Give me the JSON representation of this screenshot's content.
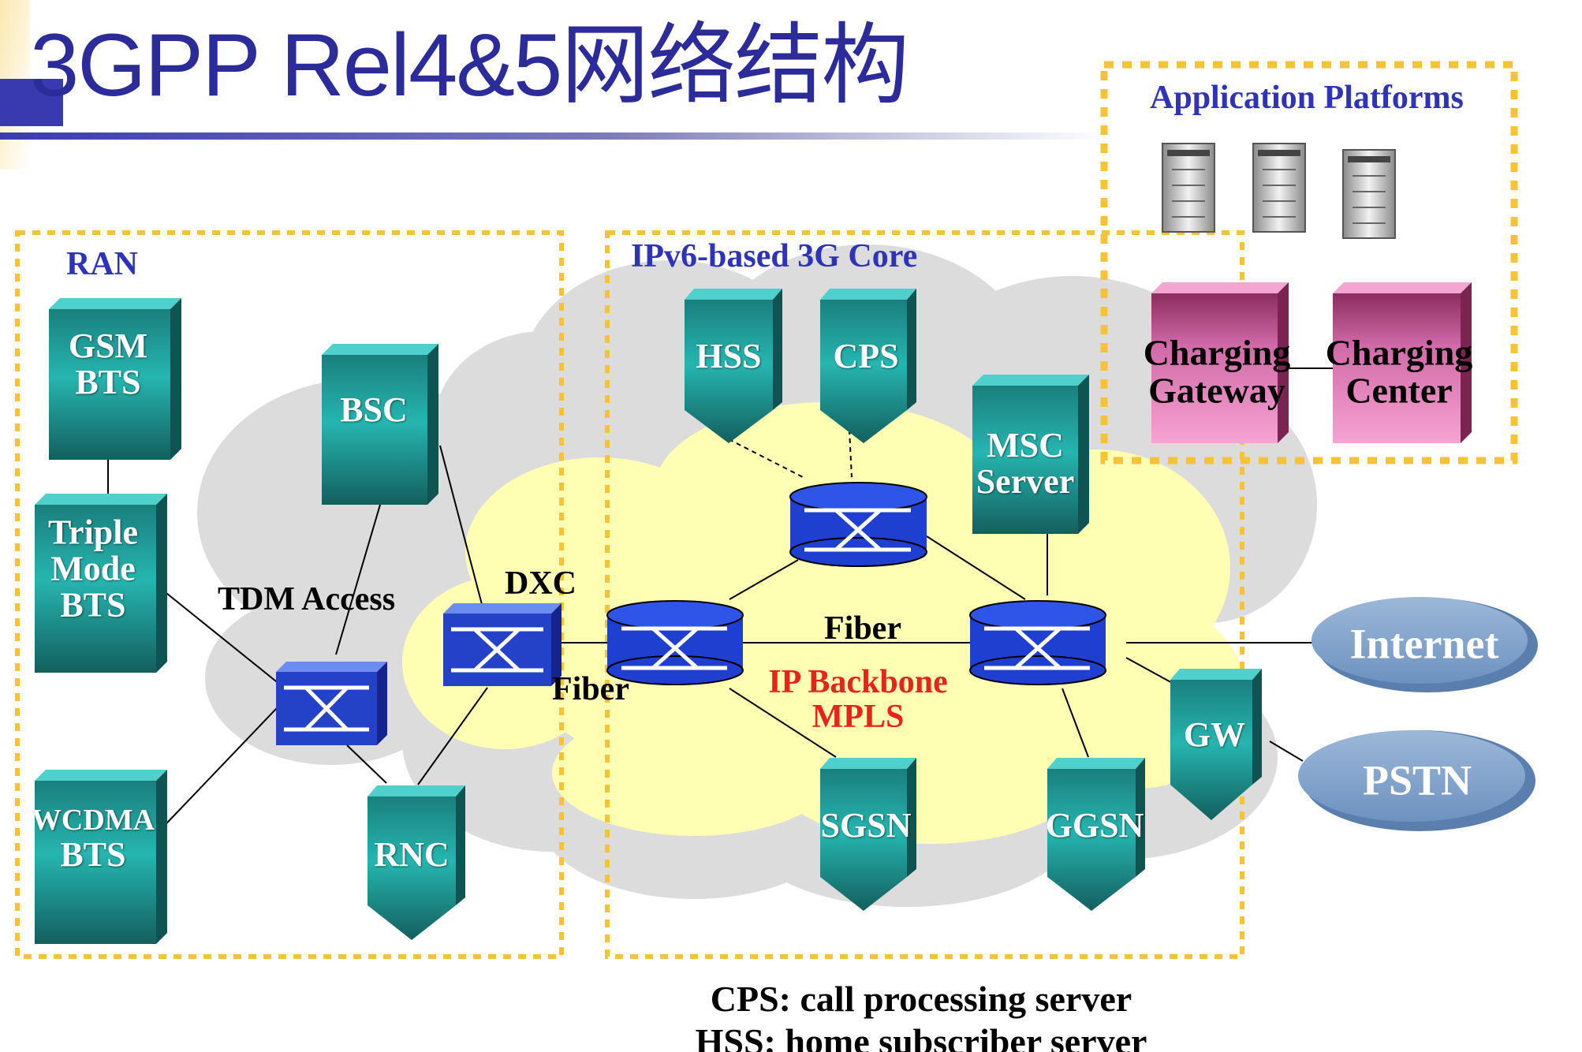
{
  "slide": {
    "title": "3GPP Rel4&5网络结构"
  },
  "groups": {
    "ran": "RAN",
    "core": "IPv6-based 3G Core",
    "app_platforms": "Application Platforms"
  },
  "nodes": {
    "gsm_bts": [
      "GSM",
      "BTS"
    ],
    "triple_mode_bts": [
      "Triple",
      "Mode",
      "BTS"
    ],
    "wcdma_bts": [
      "WCDMA",
      "BTS"
    ],
    "bsc": "BSC",
    "rnc": "RNC",
    "hss": "HSS",
    "cps": "CPS",
    "msc_server": [
      "MSC",
      "Server"
    ],
    "sgsn": "SGSN",
    "ggsn": "GGSN",
    "gw": "GW",
    "charging_gateway": [
      "Charging",
      "Gateway"
    ],
    "charging_center": [
      "Charging",
      "Center"
    ],
    "internet": "Internet",
    "pstn": "PSTN"
  },
  "labels": {
    "tdm_access": "TDM Access",
    "dxc": "DXC",
    "fiber_top": "Fiber",
    "fiber_bottom": "Fiber",
    "ip_backbone": [
      "IP Backbone",
      "MPLS"
    ]
  },
  "legend": {
    "cps": "CPS: call processing server",
    "hss": "HSS: home subscriber server"
  },
  "colors": {
    "title": "#2b2b9a",
    "group_label": "#2f33b8",
    "dotted_border": "#f5c238",
    "teal_node": "#1a8a88",
    "switch_blue": "#1f3fd0",
    "charging_pink": "#d06aa8",
    "cloud_oval": "#7ea2cc",
    "gray_cloud": "#dcdcdc",
    "yellow_cloud": "#ffffb4",
    "backbone_label": "#e8231a"
  }
}
